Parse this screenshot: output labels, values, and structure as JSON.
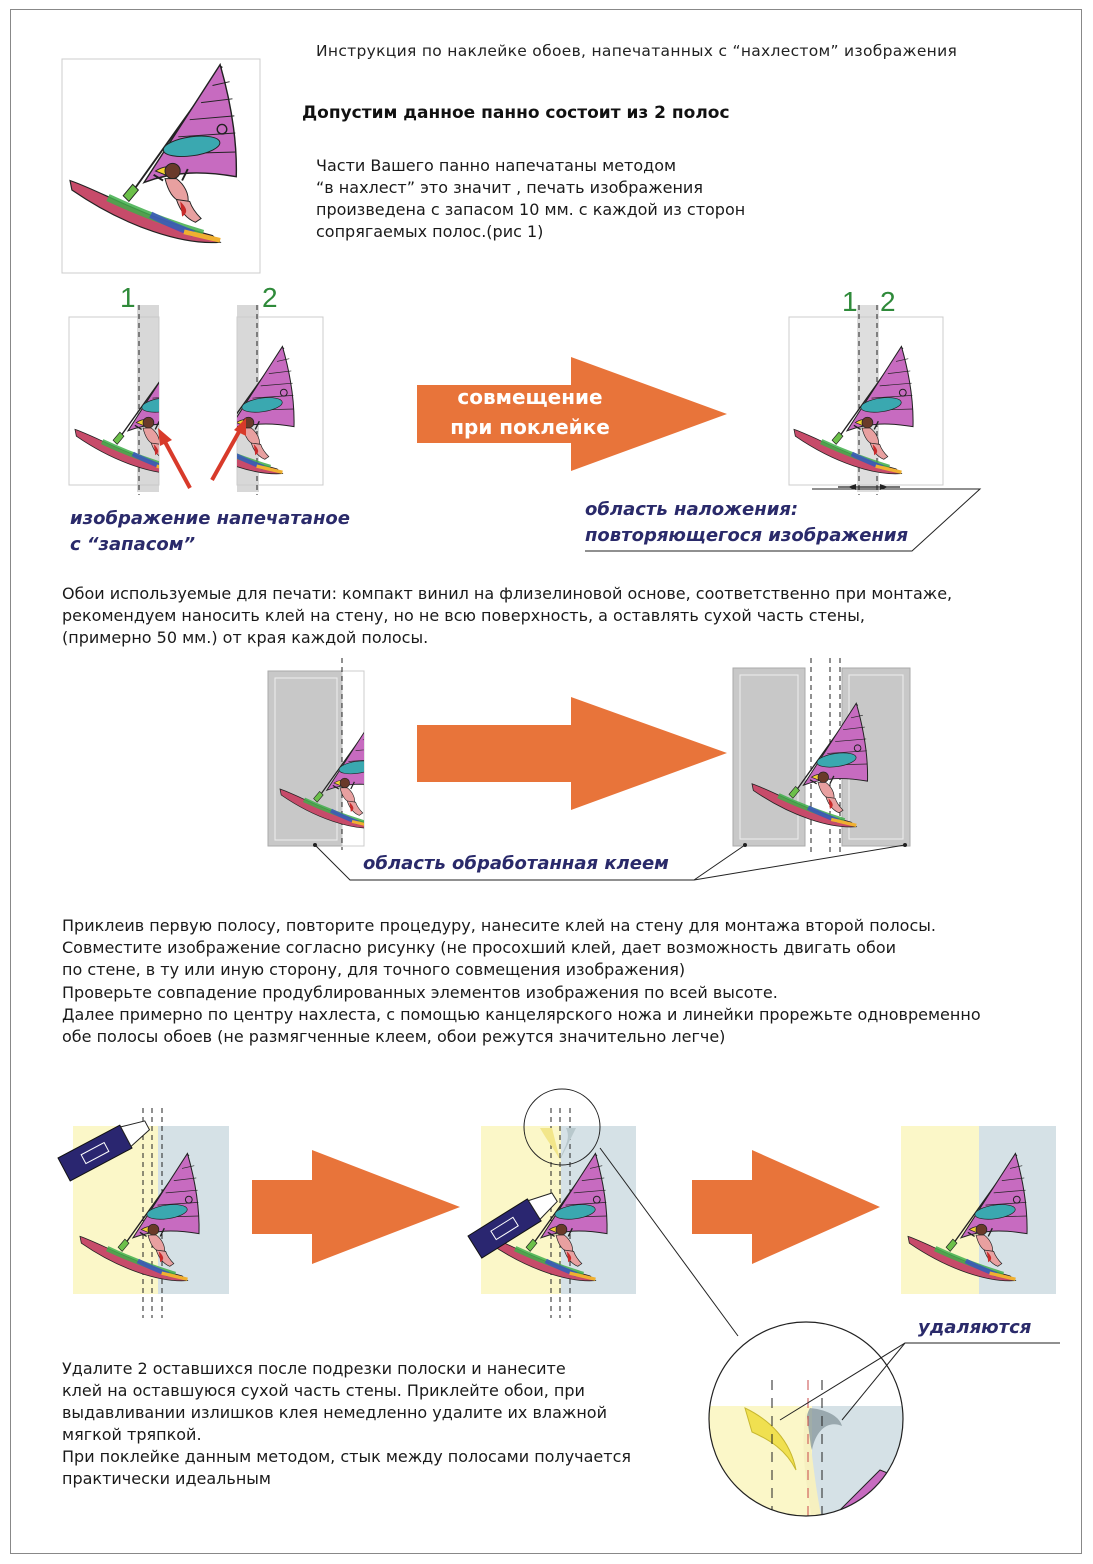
{
  "title": "Инструкция по наклейке обоев, напечатанных с “нахлестом” изображения",
  "heading": "Допустим данное панно состоит из 2 полос",
  "intro_lines": [
    "Части Вашего панно напечатаны методом",
    "“в нахлест” это значит , печать изображения",
    "произведена с запасом 10 мм. с каждой из сторон",
    "сопрягаемых полос.(рис 1)"
  ],
  "strip_numbers": {
    "left_a": "1",
    "left_b": "2",
    "right_a": "1",
    "right_b": "2"
  },
  "arrow1_text": [
    "совмещение",
    "при поклейке"
  ],
  "label_margin": [
    "изображение напечатаное",
    "с “запасом”"
  ],
  "label_overlap": [
    "область наложения:",
    "повторяющегося изображения"
  ],
  "materials_lines": [
    "Обои используемые для печати: компакт винил на флизелиновой основе, соответственно при монтаже,",
    "рекомендуем наносить клей на стену, но не всю поверхность, а оставлять сухой часть стены,",
    "(примерно 50 мм.) от края каждой полосы."
  ],
  "label_glue": "область обработанная клеем",
  "procedure_lines": [
    "Приклеив первую полосу, повторите процедуру, нанесите клей на стену для монтажа второй полосы.",
    "Совместите изображение согласно рисунку (не просохший клей, дает возможность двигать обои",
    "по стене, в ту или иную сторону, для точного совмещения изображения)",
    "Проверьте совпадение продублированных элементов изображения по всей высоте.",
    "Далее примерно по центру нахлеста, с помощью канцелярского ножа и линейки прорежьте одновременно",
    "обе полосы обоев (не размягченные клеем, обои режутся значительно легче)"
  ],
  "label_removed": "удаляются",
  "final_lines": [
    "Удалите 2 оставшихся после подрезки полоски и нанесите",
    "клей на оставшуюся сухой часть стены. Приклейте обои, при",
    "выдавливании излишков клея немедленно удалите их влажной",
    "мягкой тряпкой.",
    "При поклейке данным методом, стык между полосами получается",
    "практически идеальным"
  ],
  "colors": {
    "arrow": "#e8743a",
    "label": "#2a2a6a",
    "number": "#2f8a3a",
    "glue": "#c8c8c8",
    "left_strip": "#fbf7c8",
    "right_strip": "#d5e1e6",
    "knife": "#2a2670",
    "sail": "#c76bc0",
    "pointer": "#d83a2a"
  }
}
